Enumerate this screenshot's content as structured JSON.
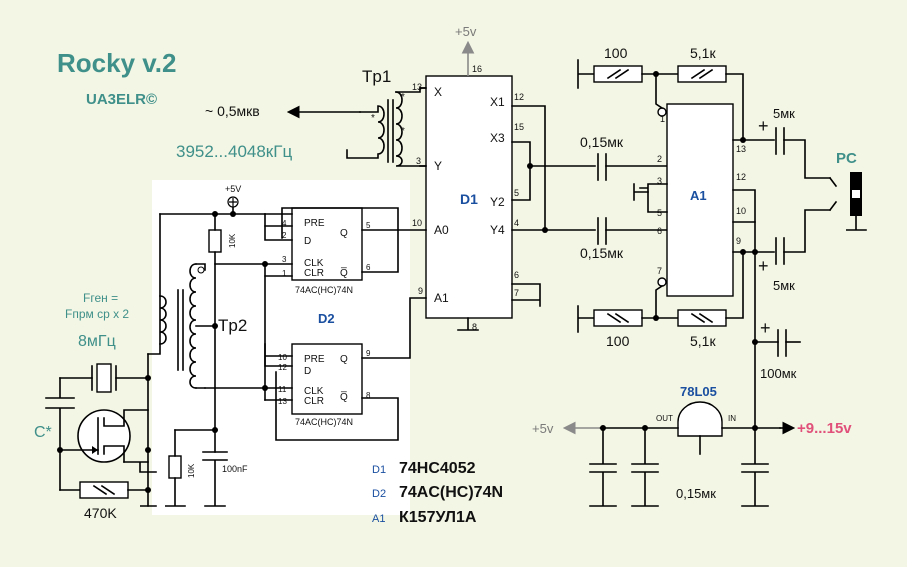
{
  "title": "Rocky v.2",
  "author": "UA3ELR©",
  "freq_range": "3952...4048кГц",
  "output_level": "~ 0,5мкв",
  "fgen_line1": "Fген =",
  "fgen_line2": "Fпрм ср x 2",
  "osc_freq": "8мГц",
  "cap_cstar": "C*",
  "res_470k": "470K",
  "res_10k_top": "10K",
  "res_10k_bot": "10K",
  "cap_100nf": "100nF",
  "tr1": "Tp1",
  "tr2": "Tp2",
  "supply_5v_top": "+5v",
  "supply_5v_left": "+5V",
  "supply_5v_out": "+5v",
  "supply_in": "+9...15v",
  "d1_label": "D1",
  "d2_label": "D2",
  "a1_label": "A1",
  "pc_label": "PC",
  "reg_label": "78L05",
  "reg_out": "OUT",
  "reg_in": "IN",
  "ff_name": "74AC(HC)74N",
  "ff_pre": "PRE",
  "ff_d": "D",
  "ff_clk": "CLK",
  "ff_clr": "CLR",
  "ff_q": "Q",
  "ff_qn": "Q̅",
  "d1_pins": {
    "x": "X",
    "y": "Y",
    "a0": "A0",
    "a1": "A1",
    "x1": "X1",
    "x3": "X3",
    "y2": "Y2",
    "y4": "Y4"
  },
  "pin_numbers": {
    "p13": "13",
    "p3": "3",
    "p10": "10",
    "p9": "9",
    "p16": "16",
    "p12": "12",
    "p15": "15",
    "p5": "5",
    "p4": "4",
    "p6": "6",
    "p7": "7",
    "p8": "8",
    "a1_1": "1",
    "a1_2": "2",
    "a1_3": "3",
    "a1_5": "5",
    "a1_6": "6",
    "a1_7": "7",
    "a1_13": "13",
    "a1_12": "12",
    "a1_10": "10",
    "a1_9": "9",
    "ffa_4": "4",
    "ffa_2": "2",
    "ffa_3": "3",
    "ffa_1": "1",
    "ffa_5": "5",
    "ffa_6": "6",
    "ffb_10": "10",
    "ffb_12": "12",
    "ffb_11": "11",
    "ffb_13": "13",
    "ffb_9": "9",
    "ffb_8": "8"
  },
  "r_100_top": "100",
  "r_51k_top": "5,1к",
  "r_100_bot": "100",
  "r_51k_bot": "5,1к",
  "c_015_top": "0,15мк",
  "c_015_mid": "0,15мк",
  "c_015_reg": "0,15мк",
  "c_5mk_top": "5мк",
  "c_5mk_bot": "5мк",
  "c_100mk": "100мк",
  "legend": [
    {
      "ref": "D1",
      "part": "74HC4052"
    },
    {
      "ref": "D2",
      "part": "74AC(HC)74N"
    },
    {
      "ref": "A1",
      "part": "К157УЛ1А"
    }
  ]
}
